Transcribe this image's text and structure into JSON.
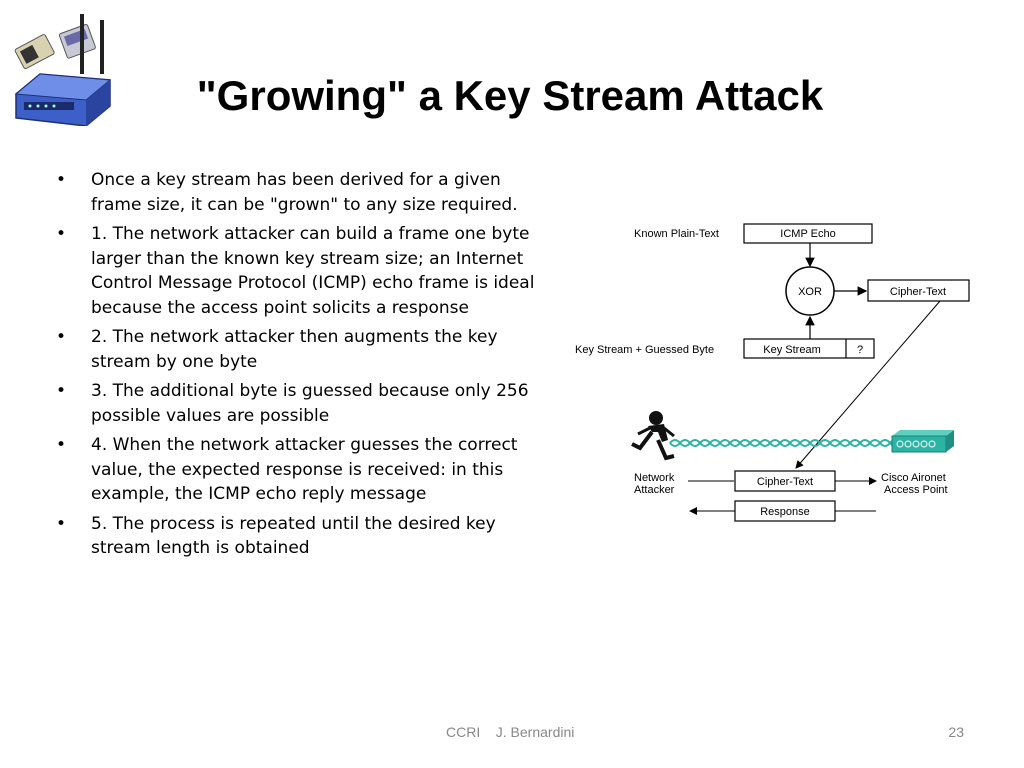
{
  "slide": {
    "title": "\"Growing\" a Key Stream Attack",
    "bullets": [
      "Once a key stream has been derived for a given frame size, it can be \"grown\" to any size required.",
      "1. The network attacker can build a frame one byte larger than the known key stream size; an Internet Control Message Protocol (ICMP) echo frame is ideal because the access point solicits a response",
      "2. The network attacker then augments the key stream by one byte",
      "3. The additional byte is guessed because only 256 possible values are possible",
      "4. When the network attacker guesses the correct value, the expected response is received: in this example, the ICMP echo reply message",
      "5. The process is repeated until the desired key stream length is obtained"
    ],
    "bullet_glyph": "•"
  },
  "diagram": {
    "known_plaintext_label": "Known Plain-Text",
    "icmp_echo": "ICMP Echo",
    "xor": "XOR",
    "cipher_text_top": "Cipher-Text",
    "keystream_guess_label": "Key Stream + Guessed Byte",
    "key_stream": "Key Stream",
    "guess_mark": "?",
    "network_attacker_1": "Network",
    "network_attacker_2": "Attacker",
    "cipher_text_bottom": "Cipher-Text",
    "access_point_1": "Cisco Aironet",
    "access_point_2": "Access Point",
    "response": "Response"
  },
  "footer": {
    "author": "CCRI    J. Bernardini",
    "page": "23"
  },
  "icons": {
    "logo": "wireless-router-and-cards-icon",
    "attacker": "running-person-icon",
    "access_point": "access-point-icon"
  },
  "colors": {
    "link_green": "#2bb3a3",
    "router_blue": "#4b6fd6",
    "footer_gray": "#888888"
  }
}
